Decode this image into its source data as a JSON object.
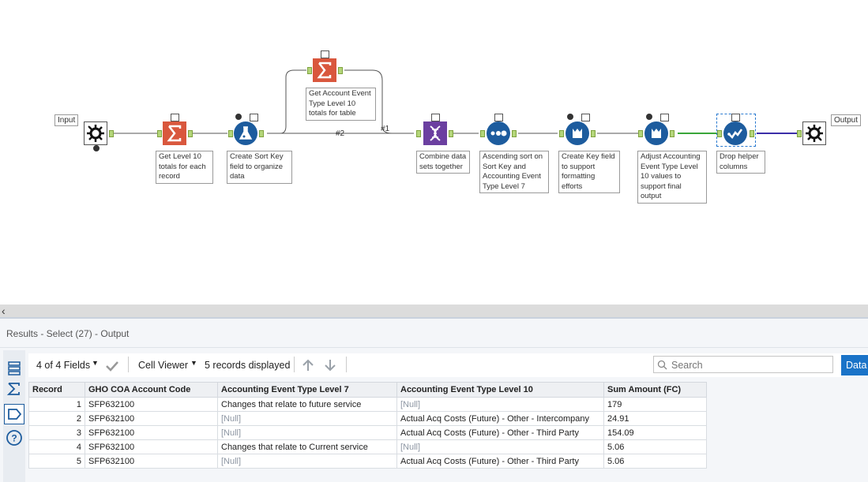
{
  "canvas": {
    "input_label": "Input",
    "output_label": "Output",
    "wire_labels": [
      "#2",
      "#1"
    ],
    "notes": {
      "summarize1": "Get Level 10 totals for each record",
      "formula1": "Create Sort Key field to organize data",
      "summarize2": "Get Account Event Type Level 10 totals for table",
      "join": "Combine data sets together",
      "sort": "Ascending sort on Sort Key and Accounting Event Type Level 7",
      "formula2": "Create Key field to support formatting efforts",
      "formula3": "Adjust Accounting Event Type Level 10 values to support final output",
      "select": "Drop helper columns"
    }
  },
  "results": {
    "title": "Results - Select (27) - Output",
    "fields_label": "4 of 4 Fields",
    "cell_viewer_label": "Cell Viewer",
    "records_displayed": "5 records displayed",
    "search_placeholder": "Search",
    "data_button": "Data",
    "columns": [
      "Record",
      "GHO COA Account Code",
      "Accounting Event Type Level 7",
      "Accounting Event Type Level 10",
      "Sum Amount (FC)"
    ],
    "rows": [
      [
        "1",
        "SFP632100",
        "Changes that relate to future service",
        "[Null]",
        "179"
      ],
      [
        "2",
        "SFP632100",
        "[Null]",
        "Actual Acq Costs (Future) - Other - Intercompany",
        "24.91"
      ],
      [
        "3",
        "SFP632100",
        "[Null]",
        "Actual Acq Costs (Future) - Other - Third Party",
        "154.09"
      ],
      [
        "4",
        "SFP632100",
        "Changes that relate to Current service",
        "[Null]",
        "5.06"
      ],
      [
        "5",
        "SFP632100",
        "[Null]",
        "Actual Acq Costs (Future) - Other - Third Party",
        "5.06"
      ]
    ]
  },
  "colors": {
    "summarize": "#d9573d",
    "formula": "#1d5c9e",
    "join": "#6b3fa0",
    "accent": "#1a73c8"
  }
}
